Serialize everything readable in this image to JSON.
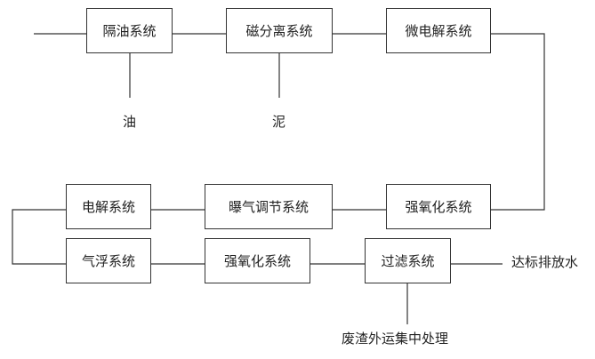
{
  "nodes": {
    "oil_separation": "隔油系统",
    "magnetic_separation": "磁分离系统",
    "micro_electrolysis": "微电解系统",
    "strong_oxidation_1": "强氧化系统",
    "aeration_regulation": "曝气调节系统",
    "electrolysis": "电解系统",
    "air_flotation": "气浮系统",
    "strong_oxidation_2": "强氧化系统",
    "filtration": "过滤系统"
  },
  "outputs": {
    "oil": "油",
    "sludge": "泥",
    "discharge": "达标排放水",
    "residue": "废渣外运集中处理"
  },
  "colors": {
    "line": "#333333",
    "text": "#222222"
  }
}
